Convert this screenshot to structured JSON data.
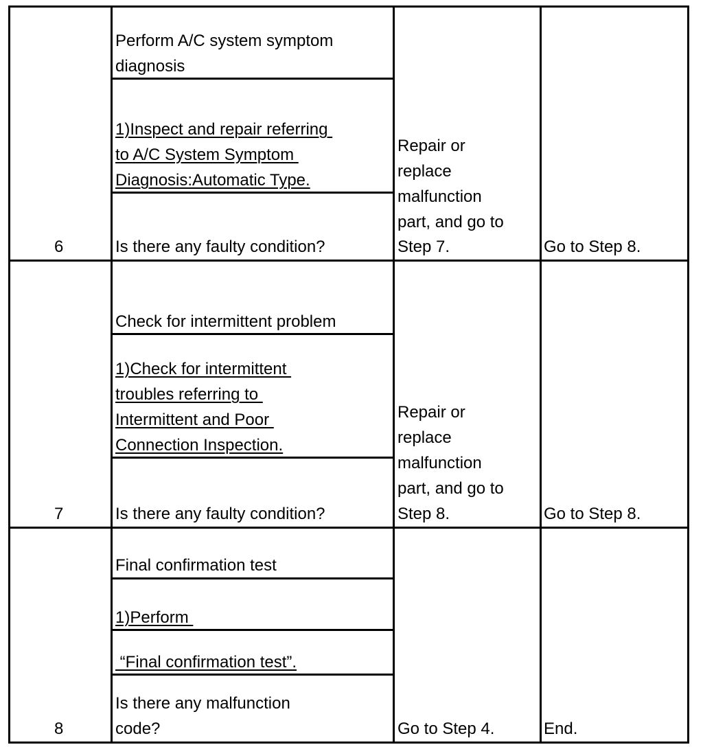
{
  "table": {
    "rows": [
      {
        "step": "6",
        "check": {
          "title_lines": [
            "Perform A/C system symptom",
            "diagnosis"
          ],
          "instruction_lines": [
            "1)Inspect and repair referring ",
            "to A/C System Symptom ",
            "Diagnosis:Automatic Type."
          ],
          "question_lines": [
            "Is there any faulty condition?"
          ]
        },
        "yes_lines": [
          "Repair or",
          "replace",
          "malfunction",
          "part, and go to",
          "Step 7."
        ],
        "no_lines": [
          "Go to Step 8."
        ]
      },
      {
        "step": "7",
        "check": {
          "title_lines": [
            "Check for intermittent problem"
          ],
          "instruction_lines": [
            "1)Check for intermittent ",
            "troubles referring to ",
            "Intermittent and Poor ",
            "Connection Inspection."
          ],
          "question_lines": [
            "Is there any faulty condition?"
          ]
        },
        "yes_lines": [
          "Repair or",
          "replace",
          "malfunction",
          "part, and go to",
          "Step 8."
        ],
        "no_lines": [
          "Go to Step 8."
        ]
      },
      {
        "step": "8",
        "check": {
          "title_lines": [
            "Final confirmation test"
          ],
          "instruction_lines": [
            "1)Perform ",
            " “Final confirmation test”."
          ],
          "question_lines": [
            "Is there any malfunction",
            "code?"
          ]
        },
        "yes_lines": [
          "Go to Step 4."
        ],
        "no_lines": [
          "End."
        ]
      }
    ]
  }
}
